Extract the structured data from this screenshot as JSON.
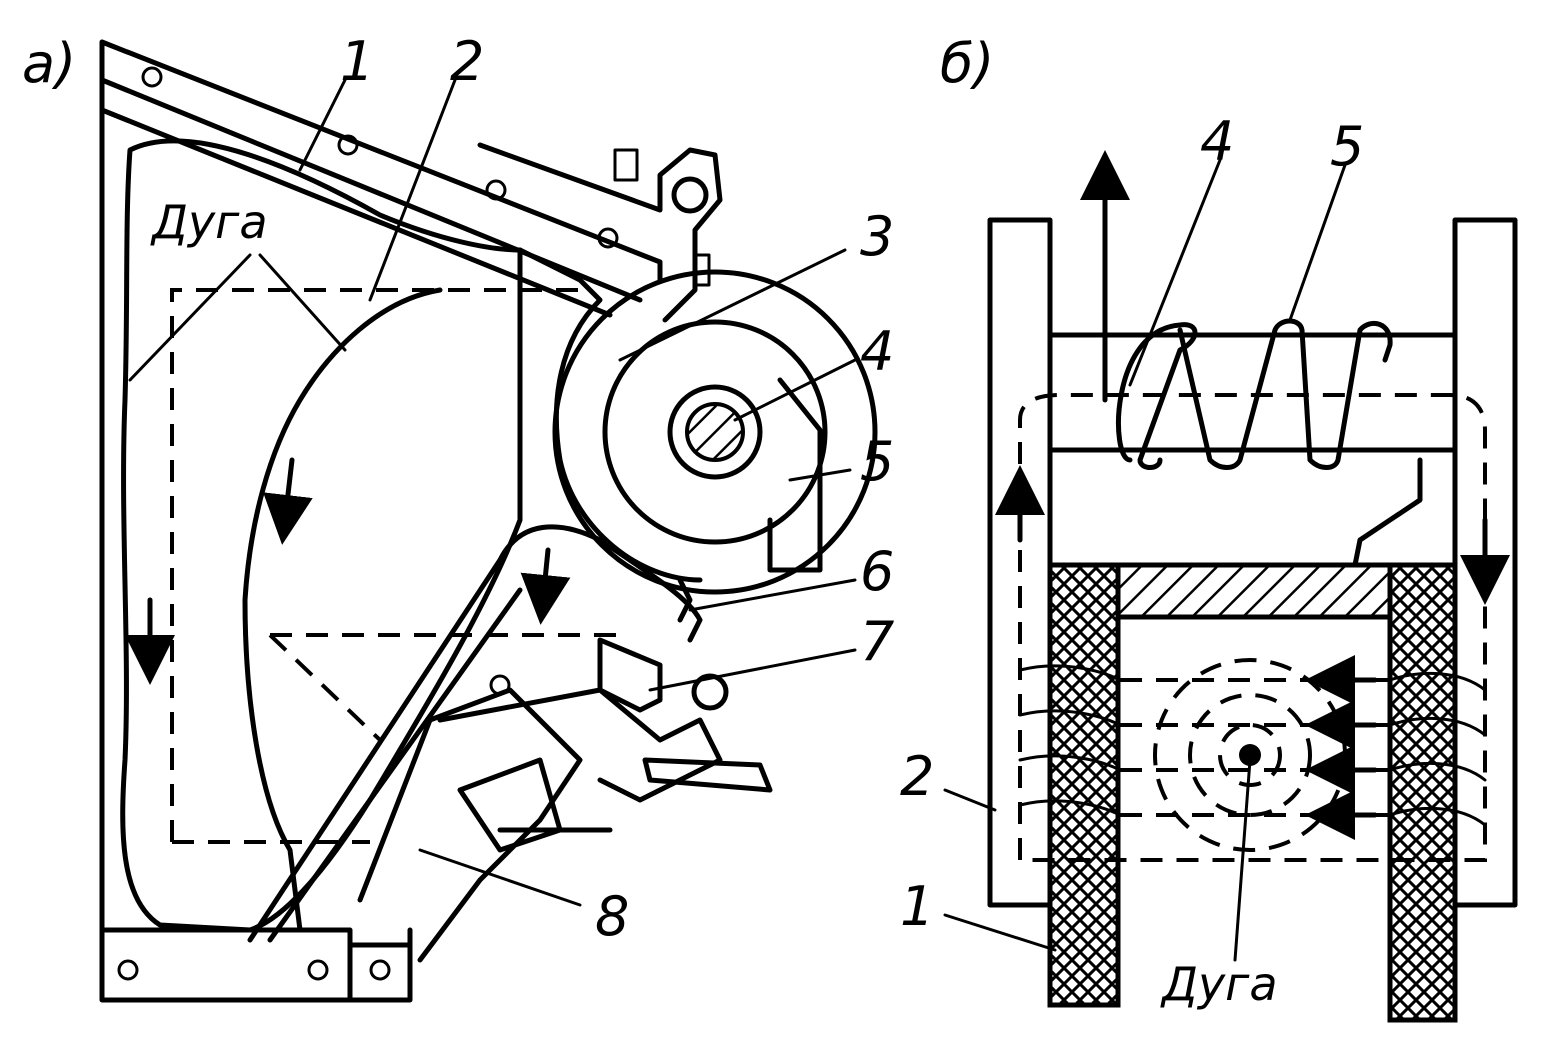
{
  "panel_a": {
    "tag": "а)",
    "arc_word": "Дуга",
    "labels": [
      "1",
      "2",
      "3",
      "4",
      "5",
      "6",
      "7",
      "8"
    ]
  },
  "panel_b": {
    "tag": "б)",
    "arc_word": "Дуга",
    "labels": [
      "4",
      "5",
      "2",
      "1"
    ]
  }
}
